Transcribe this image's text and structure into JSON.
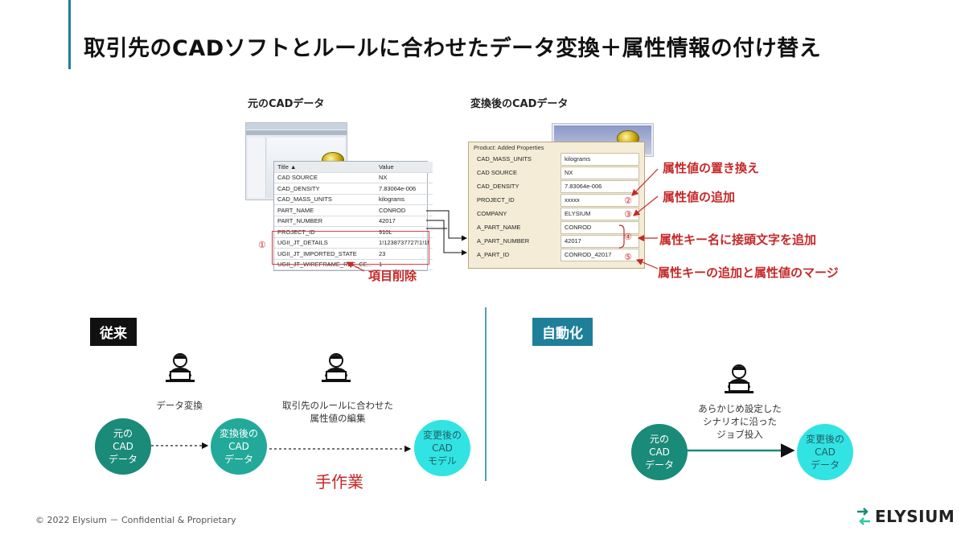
{
  "title": "取引先のCADソフトとルールに合わせたデータ変換＋属性情報の付け替え",
  "original": {
    "label": "元のCADデータ",
    "table_headers": [
      "Title",
      "Value"
    ],
    "rows": [
      {
        "title": "CAD SOURCE",
        "value": "NX"
      },
      {
        "title": "CAD_DENSITY",
        "value": "7.83064e-006"
      },
      {
        "title": "CAD_MASS_UNITS",
        "value": "kilograms"
      },
      {
        "title": "PART_NAME",
        "value": "CONROD"
      },
      {
        "title": "PART_NUMBER",
        "value": "42017"
      },
      {
        "title": "PROJECT_ID",
        "value": "910L"
      },
      {
        "title": "UGII_JT_DETAILS",
        "value": "1!1238737727!1!1!"
      },
      {
        "title": "UGII_JT_IMPORTED_STATE",
        "value": "23"
      },
      {
        "title": "UGII_JT_WIREFRAME_REF_CE...",
        "value": "1"
      }
    ],
    "deleted_marker": "①",
    "deleted_label": "項目削除"
  },
  "converted": {
    "label": "変換後のCADデータ",
    "panel_title": "Product: Added Properties",
    "rows": [
      {
        "key": "CAD_MASS_UNITS",
        "value": "kilograms"
      },
      {
        "key": "CAD SOURCE",
        "value": "NX"
      },
      {
        "key": "CAD_DENSITY",
        "value": "7.83064e-006"
      },
      {
        "key": "PROJECT_ID",
        "value": "xxxxx"
      },
      {
        "key": "COMPANY",
        "value": "ELYSIUM"
      },
      {
        "key": "A_PART_NAME",
        "value": "CONROD"
      },
      {
        "key": "A_PART_NUMBER",
        "value": "42017"
      },
      {
        "key": "A_PART_ID",
        "value": "CONROD_42017"
      }
    ],
    "markers": [
      "②",
      "③",
      "④",
      "⑤"
    ]
  },
  "annotations": [
    "属性値の置き換え",
    "属性値の追加",
    "属性キー名に接頭文字を追加",
    "属性キーの追加と属性値のマージ"
  ],
  "conventional": {
    "tag": "従来",
    "step1_caption": "データ変換",
    "step2_caption_line1": "取引先のルールに合わせた",
    "step2_caption_line2": "属性値の編集",
    "circle1": [
      "元の",
      "CAD",
      "データ"
    ],
    "circle2": [
      "変換後の",
      "CAD",
      "データ"
    ],
    "circle3": [
      "変更後の",
      "CAD",
      "モデル"
    ],
    "manual_label": "手作業"
  },
  "automated": {
    "tag": "自動化",
    "caption_line1": "あらかじめ設定した",
    "caption_line2": "シナリオに沿った",
    "caption_line3": "ジョブ投入",
    "circle1": [
      "元の",
      "CAD",
      "データ"
    ],
    "circle2": [
      "変更後の",
      "CAD",
      "データ"
    ]
  },
  "footer": "© 2022 Elysium － Confidential & Proprietary",
  "logo": "ELYSIUM",
  "colors": {
    "accent_blue": "#1f7f99",
    "teal_dark": "#1a8a79",
    "teal_mid": "#22a99a",
    "cyan_light": "#32e3e3",
    "annotation_red": "#c62828",
    "tag_black": "#111111"
  }
}
